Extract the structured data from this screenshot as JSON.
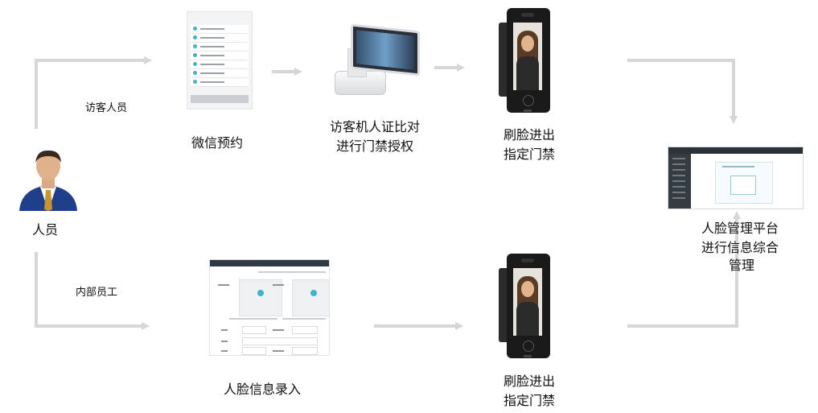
{
  "people": {
    "label": "人员"
  },
  "branches": {
    "visitor": "访客人员",
    "employee": "内部员工"
  },
  "steps": {
    "wechat": "微信预约",
    "kiosk_line1": "访客机人证比对",
    "kiosk_line2": "进行门禁授权",
    "face_top_line1": "刷脸进出",
    "face_top_line2": "指定门禁",
    "face_bottom_line1": "刷脸进出",
    "face_bottom_line2": "指定门禁",
    "entry": "人脸信息录入",
    "platform_line1": "人脸管理平台",
    "platform_line2": "进行信息综合",
    "platform_line3": "管理"
  },
  "colors": {
    "arrow": "#d6d6d6",
    "accent": "#3db4c8"
  },
  "icons": [
    "person-avatar-icon",
    "phone-screenshot",
    "kiosk-device",
    "face-terminal",
    "platform-screenshot",
    "form-screenshot"
  ]
}
